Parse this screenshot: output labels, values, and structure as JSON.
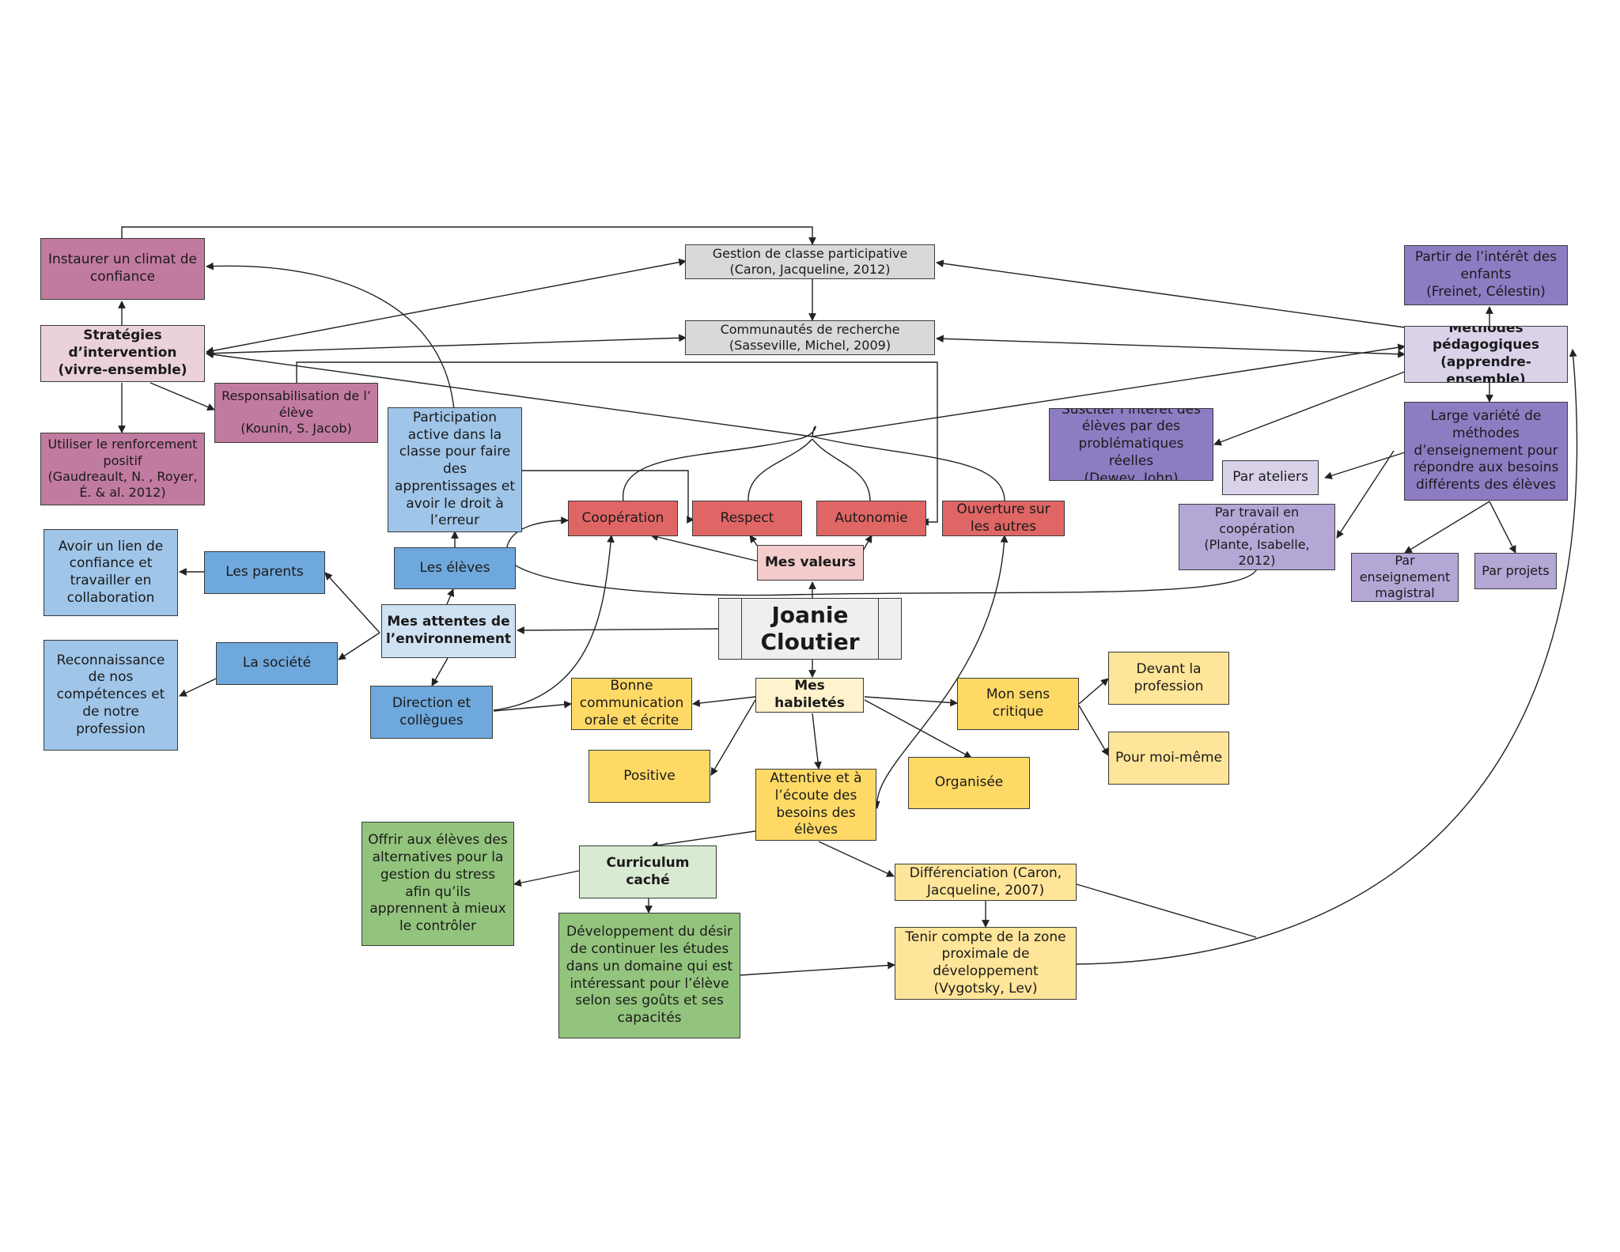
{
  "diagram": {
    "nodes": {
      "instaurer_climat": "Instaurer un climat de confiance",
      "gestion_classe": "Gestion de classe participative\n(Caron, Jacqueline, 2012)",
      "partir_interet": "Partir de l’intérêt des enfants\n(Freinet, Célestin)",
      "strategies": "Stratégies d’intervention\n(vivre-ensemble)",
      "communautes": "Communautés de recherche\n(Sasseville, Michel, 2009)",
      "methodes": "Méthodes pédagogiques\n(apprendre-ensemble)",
      "responsabilisation": "Responsabilisation de l’ élève\n(Kounin, S. Jacob)",
      "utiliser_renforcement": "Utiliser le renforcement positif\n(Gaudreault, N. , Royer, É. & al. 2012)",
      "participation": "Participation active dans la classe pour faire des apprentissages et avoir le droit à l’erreur",
      "susciter_interet": "Susciter l’intérêt des élèves par des problématiques réelles\n(Dewey, John)",
      "large_variete": "Large variété de méthodes d’enseignement pour répondre aux besoins différents des élèves",
      "par_ateliers": "Par ateliers",
      "par_travail": "Par travail en coopération\n(Plante, Isabelle, 2012)",
      "par_magistral": "Par enseignement magistral",
      "par_projets": "Par projets",
      "cooperation": "Coopération",
      "respect": "Respect",
      "autonomie": "Autonomie",
      "ouverture": "Ouverture sur les autres",
      "mes_valeurs": "Mes valeurs",
      "avoir_lien": "Avoir un lien de confiance et travailler en collaboration",
      "les_parents": "Les parents",
      "les_eleves": "Les élèves",
      "mes_attentes": "Mes attentes de l’environnement",
      "reconnaissance": "Reconnaissance de nos compétences et de notre profession",
      "la_societe": "La société",
      "direction": "Direction et collègues",
      "joanie": "Joanie Cloutier",
      "mes_habiletes": "Mes habiletés",
      "bonne_communication": "Bonne communication orale et écrite",
      "mon_sens": "Mon sens critique",
      "devant_profession": "Devant la profession",
      "pour_moi": "Pour moi-même",
      "positive": "Positive",
      "attentive": "Attentive et à l’écoute des besoins des élèves",
      "organisee": "Organisée",
      "offrir": "Offrir aux élèves des alternatives pour la gestion du stress afin qu’ils apprennent à mieux le contrôler",
      "curriculum": "Curriculum caché",
      "differenciation": "Différenciation (Caron, Jacqueline, 2007)",
      "developpement": "Développement du désir de continuer les études dans un domaine qui est intéressant pour l’élève selon ses goûts et ses capacités",
      "tenir_compte": "Tenir compte de la zone proximale de développement\n(Vygotsky, Lev)"
    }
  }
}
